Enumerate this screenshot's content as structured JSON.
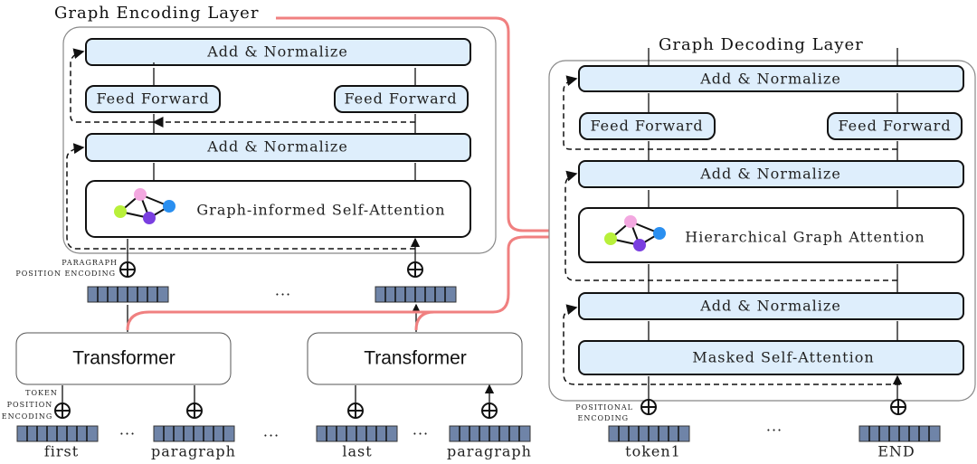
{
  "encoder": {
    "title": "Graph Encoding Layer",
    "add_norm": "Add & Normalize",
    "feed_forward": "Feed Forward",
    "graph_attention": "Graph-informed Self-Attention",
    "para_pos_1": "PARAGRAPH",
    "para_pos_2": "POSITION ENCODING"
  },
  "transformer": {
    "label": "Transformer",
    "token_pos_1": "TOKEN",
    "token_pos_2": "POSITION",
    "token_pos_3": "ENCODING"
  },
  "inputs": [
    "first",
    "paragraph",
    "last",
    "paragraph"
  ],
  "ellipsis": "...",
  "decoder": {
    "title": "Graph Decoding Layer",
    "add_norm": "Add & Normalize",
    "feed_forward": "Feed Forward",
    "hier_attention": "Hierarchical Graph Attention",
    "masked_attention": "Masked Self-Attention",
    "pos_1": "POSITIONAL",
    "pos_2": "ENCODING",
    "tokens": [
      "token1",
      "END"
    ]
  },
  "colors": {
    "block": "#deeefc",
    "link": "#f08080",
    "vector": "#6f84a8"
  }
}
